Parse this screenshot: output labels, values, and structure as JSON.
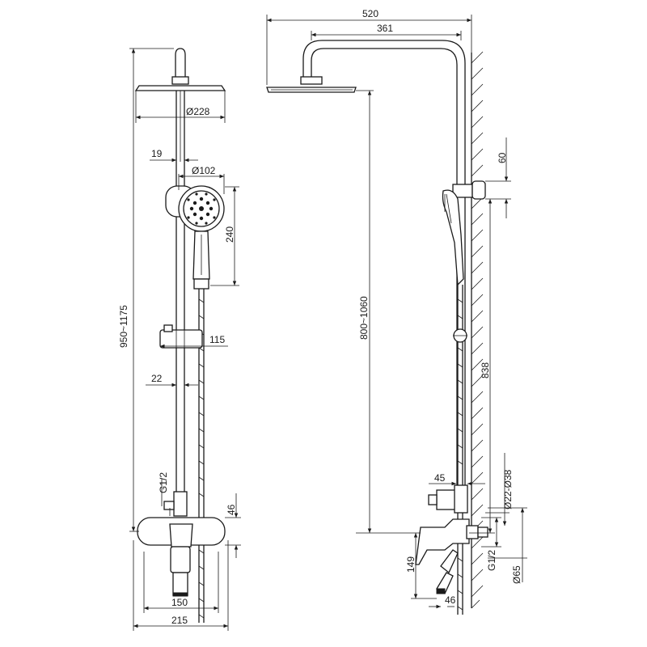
{
  "front_view": {
    "head_diameter": "Ø228",
    "rail_offset": "19",
    "hand_head_diameter": "Ø102",
    "hand_length": "240",
    "slider_width": "115",
    "rail_diameter": "22",
    "total_height": "950~1175",
    "inlet_thread": "G1/2",
    "mixer_height": "46",
    "spout_width": "150",
    "mixer_width": "215"
  },
  "side_view": {
    "total_reach": "520",
    "arm_reach": "361",
    "holder_offset": "60",
    "head_height": "800~1060",
    "holder_height": "838",
    "clamp_depth": "45",
    "pipe_range": "Ø22-Ø38",
    "spout_drop": "149",
    "inlet_thread": "G1/2",
    "flange_diameter": "Ø65",
    "spout_depth": "46"
  }
}
